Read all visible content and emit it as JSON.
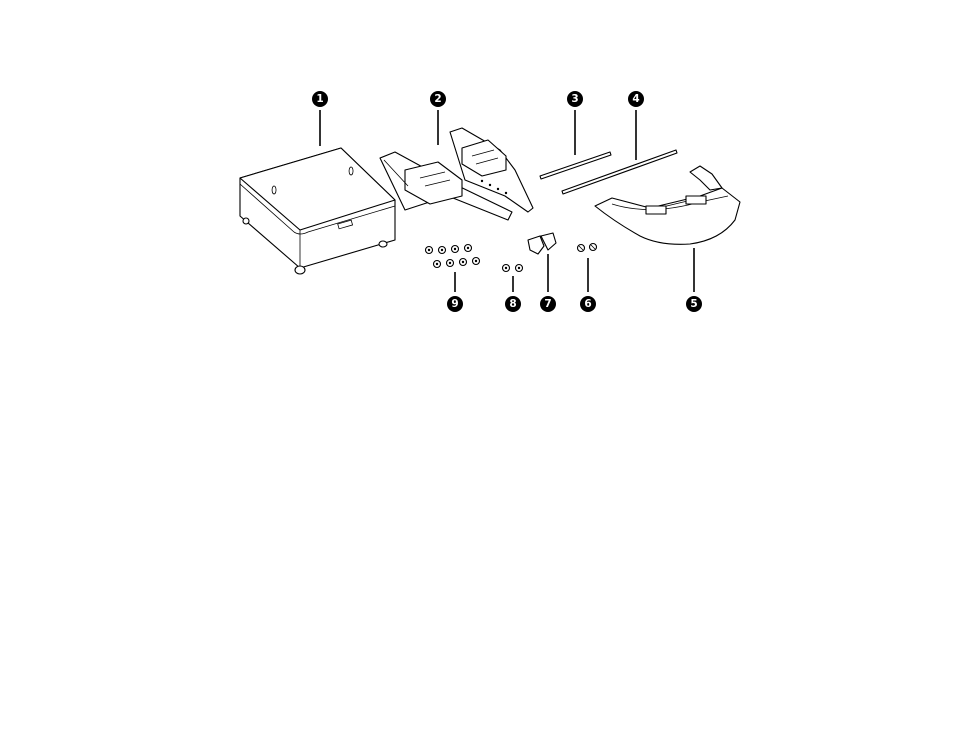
{
  "figure": {
    "background": "#ffffff",
    "ink": "#000000"
  },
  "callouts": [
    {
      "id": "cabinet",
      "label": "1"
    },
    {
      "id": "arm-brackets",
      "label": "2"
    },
    {
      "id": "short-rod",
      "label": "3"
    },
    {
      "id": "long-rod",
      "label": "4"
    },
    {
      "id": "tray",
      "label": "5"
    },
    {
      "id": "wing-screws",
      "label": "6"
    },
    {
      "id": "clips",
      "label": "7"
    },
    {
      "id": "screws-small-pair",
      "label": "8"
    },
    {
      "id": "screws-set",
      "label": "9"
    }
  ]
}
